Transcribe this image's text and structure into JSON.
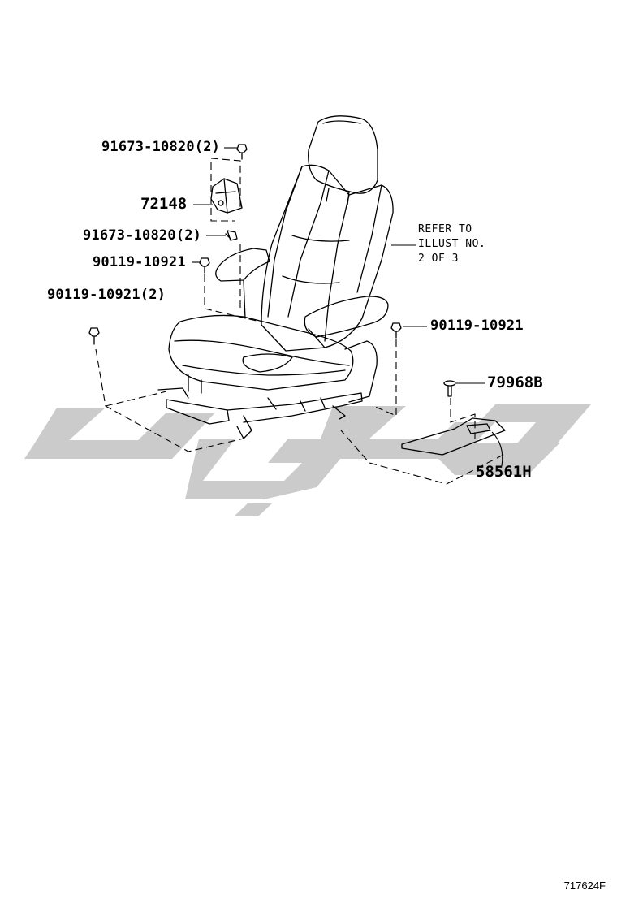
{
  "labels": {
    "bolt_a": "91673-10820(2)",
    "bracket": "72148",
    "bolt_b": "91673-10820(2)",
    "bolt_c": "90119-10921",
    "bolt_d": "90119-10921(2)",
    "bolt_e": "90119-10921",
    "clip": "79968B",
    "cover": "58561H"
  },
  "refer_note": [
    "REFER TO",
    "ILLUST NO.",
    "2 OF 3"
  ],
  "figure_id": "717624F",
  "colors": {
    "line": "#000000",
    "watermark": "#c8c8c8",
    "background": "#ffffff"
  }
}
